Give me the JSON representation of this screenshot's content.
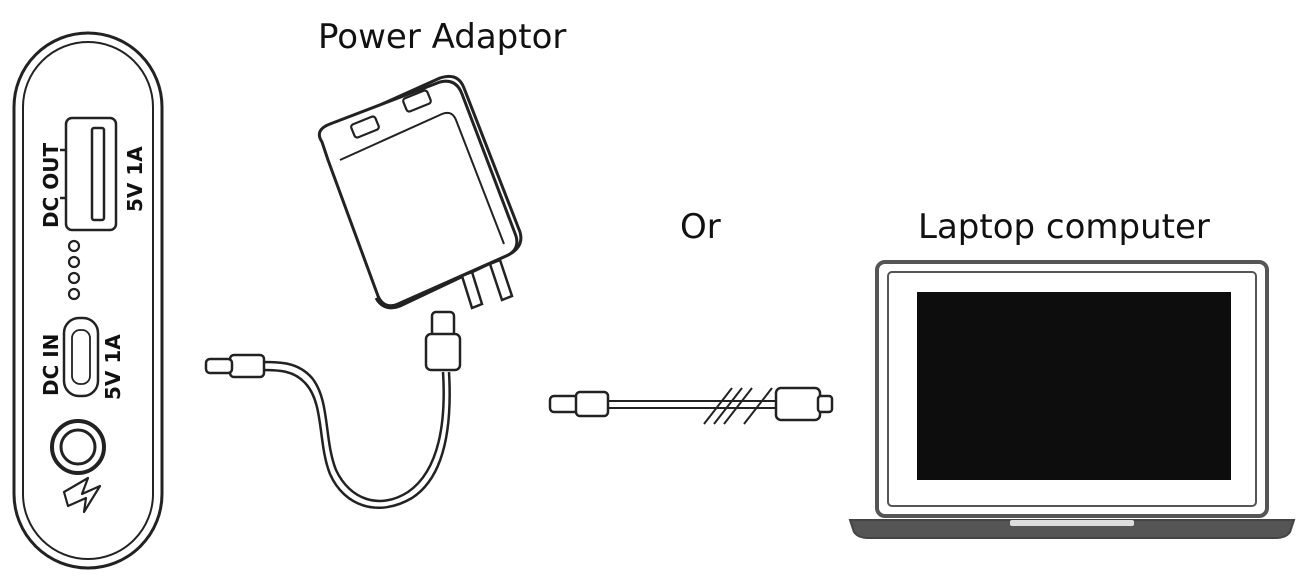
{
  "labels": {
    "power_adaptor": "Power Adaptor",
    "or": "Or",
    "laptop": "Laptop computer"
  },
  "device": {
    "dc_out": "DC  OUT",
    "dc_out_rating": "5V  1A",
    "dc_in": "DC  IN",
    "dc_in_rating": "5V  1A"
  },
  "colors": {
    "line": "#222222",
    "screen": "#0d0d0d",
    "laptop_base": "#555555"
  }
}
